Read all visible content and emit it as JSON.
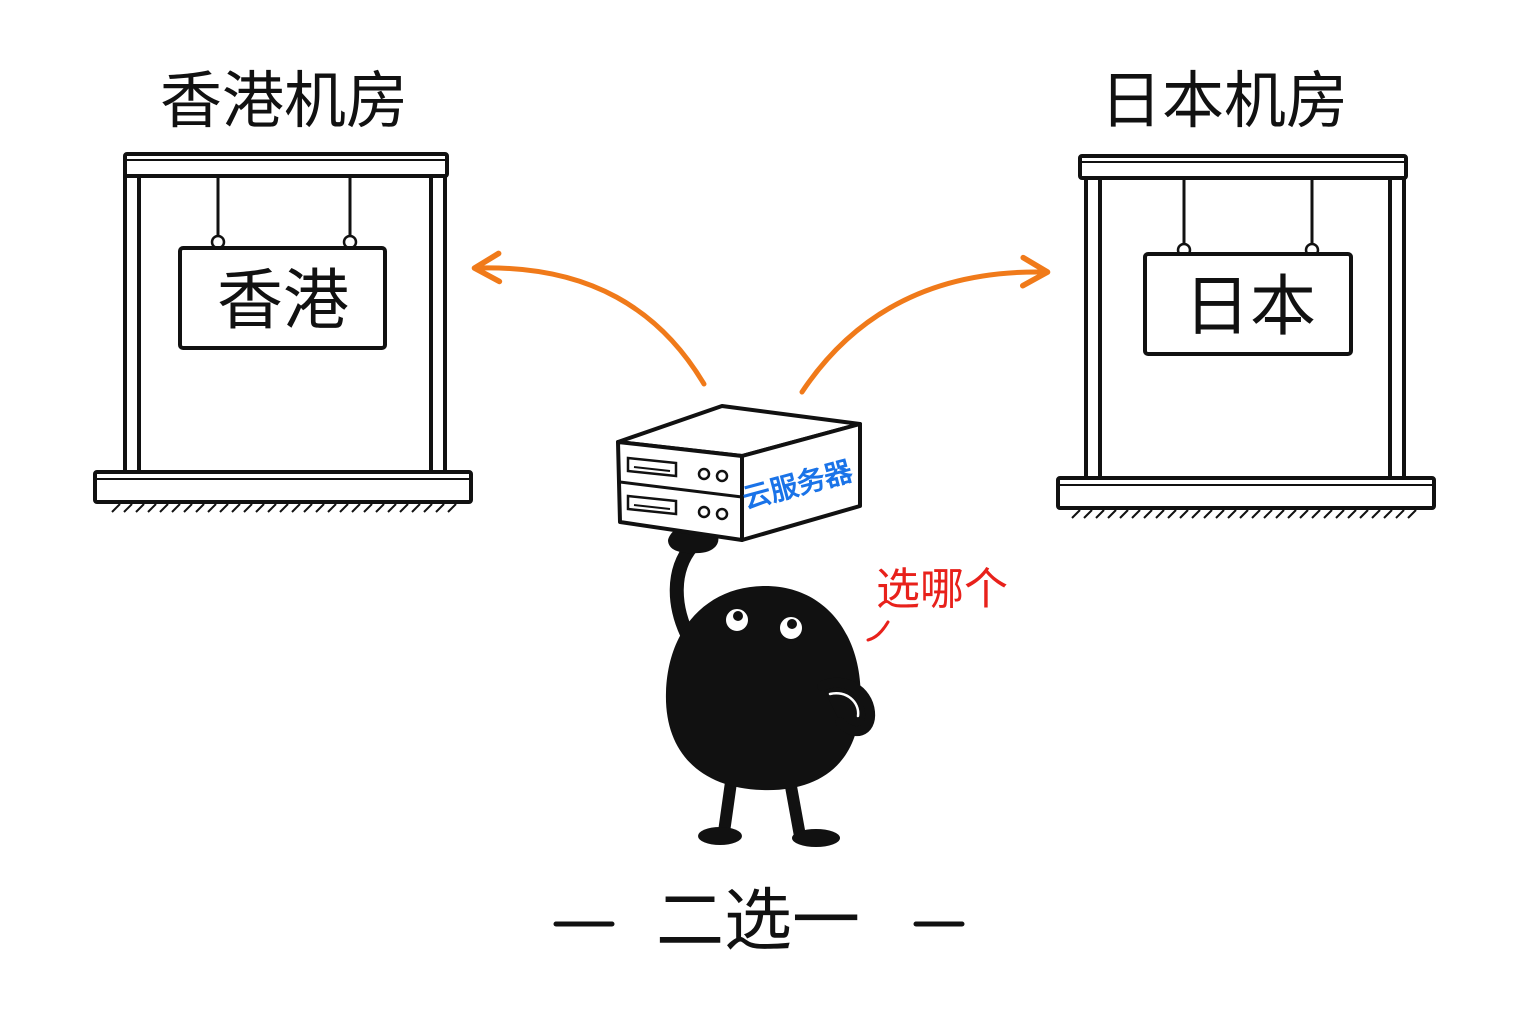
{
  "left_room": {
    "title": "香港机房",
    "sign": "香港"
  },
  "right_room": {
    "title": "日本机房",
    "sign": "日本"
  },
  "server": {
    "label": "云服务器"
  },
  "speech": {
    "text": "选哪个"
  },
  "caption": {
    "text": "二选一"
  },
  "colors": {
    "ink": "#111111",
    "arrow": "#f07a1a",
    "server_label": "#1a73e8",
    "speech": "#e8211b"
  }
}
